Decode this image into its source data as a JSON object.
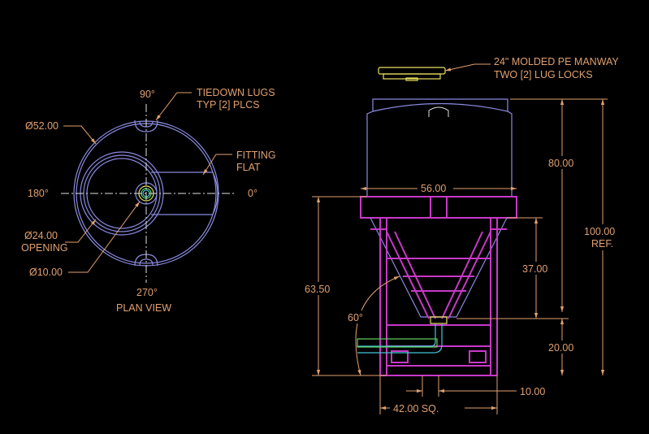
{
  "plan": {
    "angle_top": "90°",
    "angle_left": "180°",
    "angle_right": "0°",
    "angle_bottom": "270°",
    "dia_outer": "Ø52.00",
    "dia_opening": "Ø24.00",
    "opening": "OPENING",
    "dia_fitting": "Ø10.00",
    "tiedown_1": "TIEDOWN LUGS",
    "tiedown_2": "TYP [2] PLCS",
    "fitting_1": "FITTING",
    "fitting_2": "FLAT",
    "title": "PLAN VIEW"
  },
  "elevation": {
    "manway_1": "24\" MOLDED PE MANWAY",
    "manway_2": "TWO [2] LUG LOCKS",
    "dim_width": "56.00",
    "dim_80": "80.00",
    "dim_100": "100.00",
    "dim_ref": "REF.",
    "dim_37": "37.00",
    "dim_6350": "63.50",
    "dim_20": "20.00",
    "angle": "60°",
    "dim_10": "10.00",
    "dim_base": "42.00 SQ."
  },
  "colors": {
    "dimension": "#e0a070",
    "tank": "#8a8ae0",
    "frame": "#c838c8",
    "manway": "#e8e060",
    "pipe": "#60d060",
    "fitting": "#40c8d8"
  }
}
